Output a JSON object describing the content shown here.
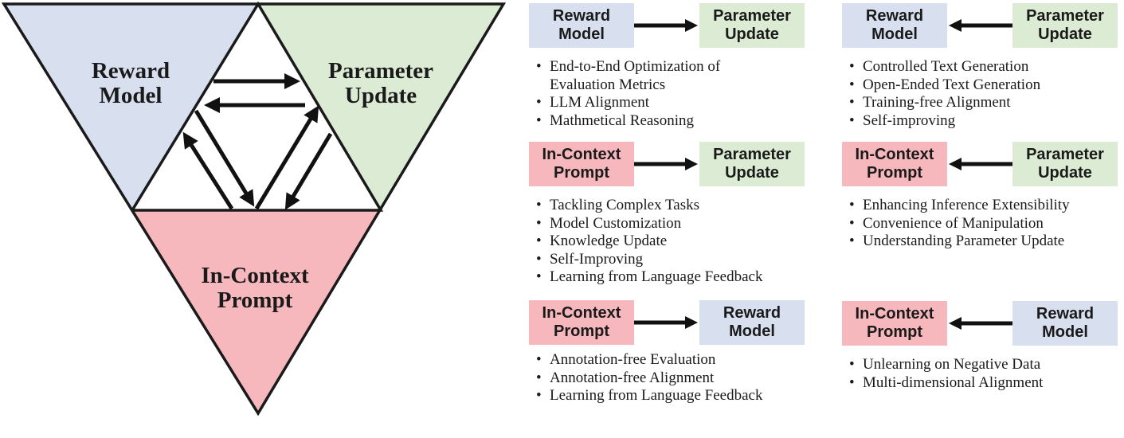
{
  "triangle": {
    "top_left_label": [
      "Reward",
      "Model"
    ],
    "top_right_label": [
      "Parameter",
      "Update"
    ],
    "bottom_label": [
      "In-Context",
      "Prompt"
    ],
    "colors": {
      "reward": "#d8e0f0",
      "param": "#dcecd4",
      "prompt": "#f6b7bd",
      "outline": "#1a1a1a"
    }
  },
  "panels": [
    {
      "left": [
        "Reward",
        "Model"
      ],
      "left_color": "reward",
      "right": [
        "Parameter",
        "Update"
      ],
      "right_color": "param",
      "arrow": "right",
      "items": [
        "End-to-End Optimization of",
        "Evaluation Metrics",
        "LLM Alignment",
        "Mathmetical Reasoning"
      ]
    },
    {
      "left": [
        "Reward",
        "Model"
      ],
      "left_color": "reward",
      "right": [
        "Parameter",
        "Update"
      ],
      "right_color": "param",
      "arrow": "left",
      "items": [
        "Controlled Text Generation",
        "Open-Ended Text Generation",
        "Training-free Alignment",
        "Self-improving"
      ]
    },
    {
      "left": [
        "In-Context",
        "Prompt"
      ],
      "left_color": "prompt",
      "right": [
        "Parameter",
        "Update"
      ],
      "right_color": "param",
      "arrow": "right",
      "items": [
        "Tackling Complex Tasks",
        "Model Customization",
        "Knowledge Update",
        "Self-Improving",
        "Learning from Language Feedback"
      ]
    },
    {
      "left": [
        "In-Context",
        "Prompt"
      ],
      "left_color": "prompt",
      "right": [
        "Parameter",
        "Update"
      ],
      "right_color": "param",
      "arrow": "left",
      "items": [
        "Enhancing Inference Extensibility",
        "Convenience of Manipulation",
        "Understanding Parameter Update"
      ]
    },
    {
      "left": [
        "In-Context",
        "Prompt"
      ],
      "left_color": "prompt",
      "right": [
        "Reward",
        "Model"
      ],
      "right_color": "reward",
      "arrow": "right",
      "items": [
        "Annotation-free Evaluation",
        "Annotation-free Alignment",
        "Learning from Language Feedback"
      ]
    },
    {
      "left": [
        "In-Context",
        "Prompt"
      ],
      "left_color": "prompt",
      "right": [
        "Reward",
        "Model"
      ],
      "right_color": "reward",
      "arrow": "left",
      "items": [
        "Unlearning on Negative Data",
        "Multi-dimensional Alignment"
      ]
    }
  ]
}
